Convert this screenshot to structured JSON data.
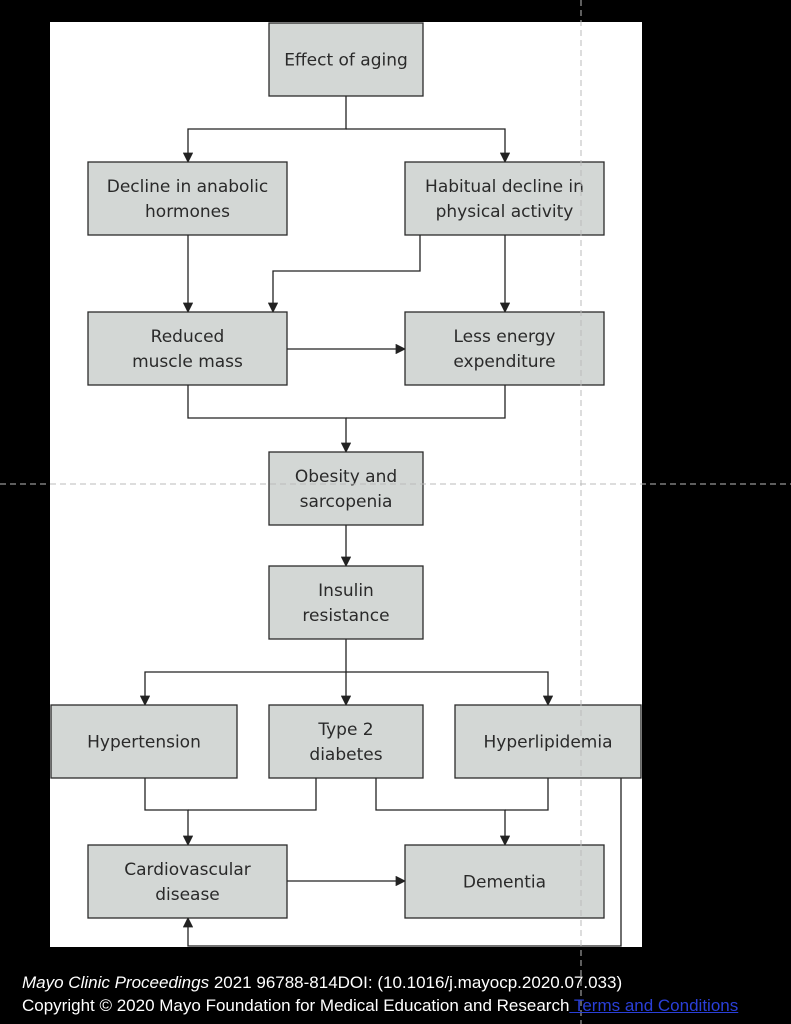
{
  "nodes": [
    {
      "id": "effect",
      "lines": [
        "Effect of aging"
      ]
    },
    {
      "id": "anabolic",
      "lines": [
        "Decline in anabolic",
        "hormones"
      ]
    },
    {
      "id": "activity",
      "lines": [
        "Habitual decline in",
        "physical activity"
      ]
    },
    {
      "id": "muscle",
      "lines": [
        "Reduced",
        "muscle mass"
      ]
    },
    {
      "id": "energy",
      "lines": [
        "Less energy",
        "expenditure"
      ]
    },
    {
      "id": "obesity",
      "lines": [
        "Obesity and",
        "sarcopenia"
      ]
    },
    {
      "id": "insulin",
      "lines": [
        "Insulin",
        "resistance"
      ]
    },
    {
      "id": "hypertension",
      "lines": [
        "Hypertension"
      ]
    },
    {
      "id": "diabetes",
      "lines": [
        "Type 2",
        "diabetes"
      ]
    },
    {
      "id": "hyperlipidemia",
      "lines": [
        "Hyperlipidemia"
      ]
    },
    {
      "id": "cardio",
      "lines": [
        "Cardiovascular",
        "disease"
      ]
    },
    {
      "id": "dementia",
      "lines": [
        "Dementia"
      ]
    }
  ],
  "edges": [
    {
      "from": "effect",
      "to": "anabolic"
    },
    {
      "from": "effect",
      "to": "activity"
    },
    {
      "from": "anabolic",
      "to": "muscle"
    },
    {
      "from": "activity",
      "to": "muscle"
    },
    {
      "from": "activity",
      "to": "energy"
    },
    {
      "from": "muscle",
      "to": "energy"
    },
    {
      "from": "muscle",
      "to": "obesity"
    },
    {
      "from": "energy",
      "to": "obesity"
    },
    {
      "from": "obesity",
      "to": "insulin"
    },
    {
      "from": "insulin",
      "to": "hypertension"
    },
    {
      "from": "insulin",
      "to": "diabetes"
    },
    {
      "from": "insulin",
      "to": "hyperlipidemia"
    },
    {
      "from": "hypertension",
      "to": "cardio"
    },
    {
      "from": "diabetes",
      "to": "cardio"
    },
    {
      "from": "diabetes",
      "to": "dementia"
    },
    {
      "from": "hyperlipidemia",
      "to": "dementia"
    },
    {
      "from": "hyperlipidemia",
      "to": "cardio"
    },
    {
      "from": "cardio",
      "to": "dementia"
    }
  ],
  "footer": {
    "journal": "Mayo Clinic Proceedings",
    "citation": " 2021 96788-814DOI: (10.1016/j.mayocp.2020.07.033)",
    "copyright": "Copyright © 2020 Mayo Foundation for Medical Education and Research",
    "link_label": " Terms and Conditions"
  }
}
